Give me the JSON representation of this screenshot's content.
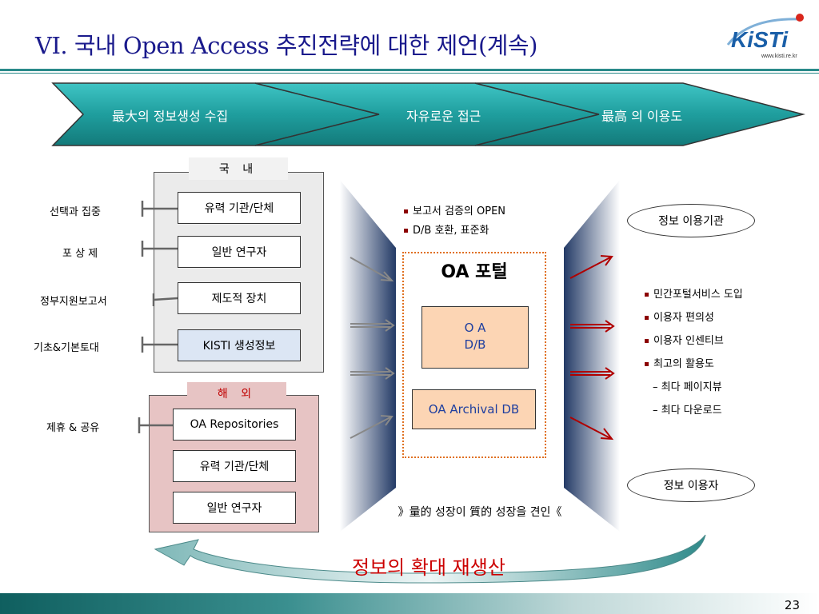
{
  "title": "VI. 국내 Open Access 추진전략에 대한 제언(계속)",
  "logo": {
    "text": "KiSTi",
    "url": "www.kisti.re.kr",
    "color": "#1a5fa8",
    "accent": "#d9261c"
  },
  "banner": {
    "steps": [
      "最大의 정보생성 수집",
      "자유로운 접근",
      "最高 의 이용도"
    ],
    "color": "#2aa7a7"
  },
  "domestic": {
    "header": "국  내",
    "boxes": [
      "유력 기관/단체",
      "일반 연구자",
      "제도적 장치",
      "KISTI 생성정보"
    ],
    "side_labels": [
      "선택과 집중",
      "포 상 제",
      "정부지원보고서",
      "기초&기본토대"
    ]
  },
  "overseas": {
    "header": "해  외",
    "boxes": [
      "OA Repositories",
      "유력 기관/단체",
      "일반 연구자"
    ],
    "side_label": "제휴 & 공유",
    "header_color": "#e8c8c8"
  },
  "portal": {
    "bullets": [
      "보고서 검증의 OPEN",
      "D/B 호환, 표준화"
    ],
    "title": "OA 포털",
    "oa_db_line1": "O A",
    "oa_db_line2": "D/B",
    "archival": "OA Archival DB",
    "box_color": "#fcd5b4",
    "border_color": "#e07020"
  },
  "right": {
    "org_oval": "정보 이용기관",
    "user_oval": "정보 이용자",
    "bullets": [
      "민간포털서비스 도입",
      "이용자 편의성",
      "이용자 인센티브",
      "최고의 활용도"
    ],
    "sub_items": [
      "– 최다 페이지뷰",
      "– 최다 다운로드"
    ]
  },
  "caption": "》量的 성장이 質的 성장을 견인《",
  "cycle_label": "정보의 확대 재생산",
  "cycle_color": "#cc0000",
  "page_number": "23"
}
